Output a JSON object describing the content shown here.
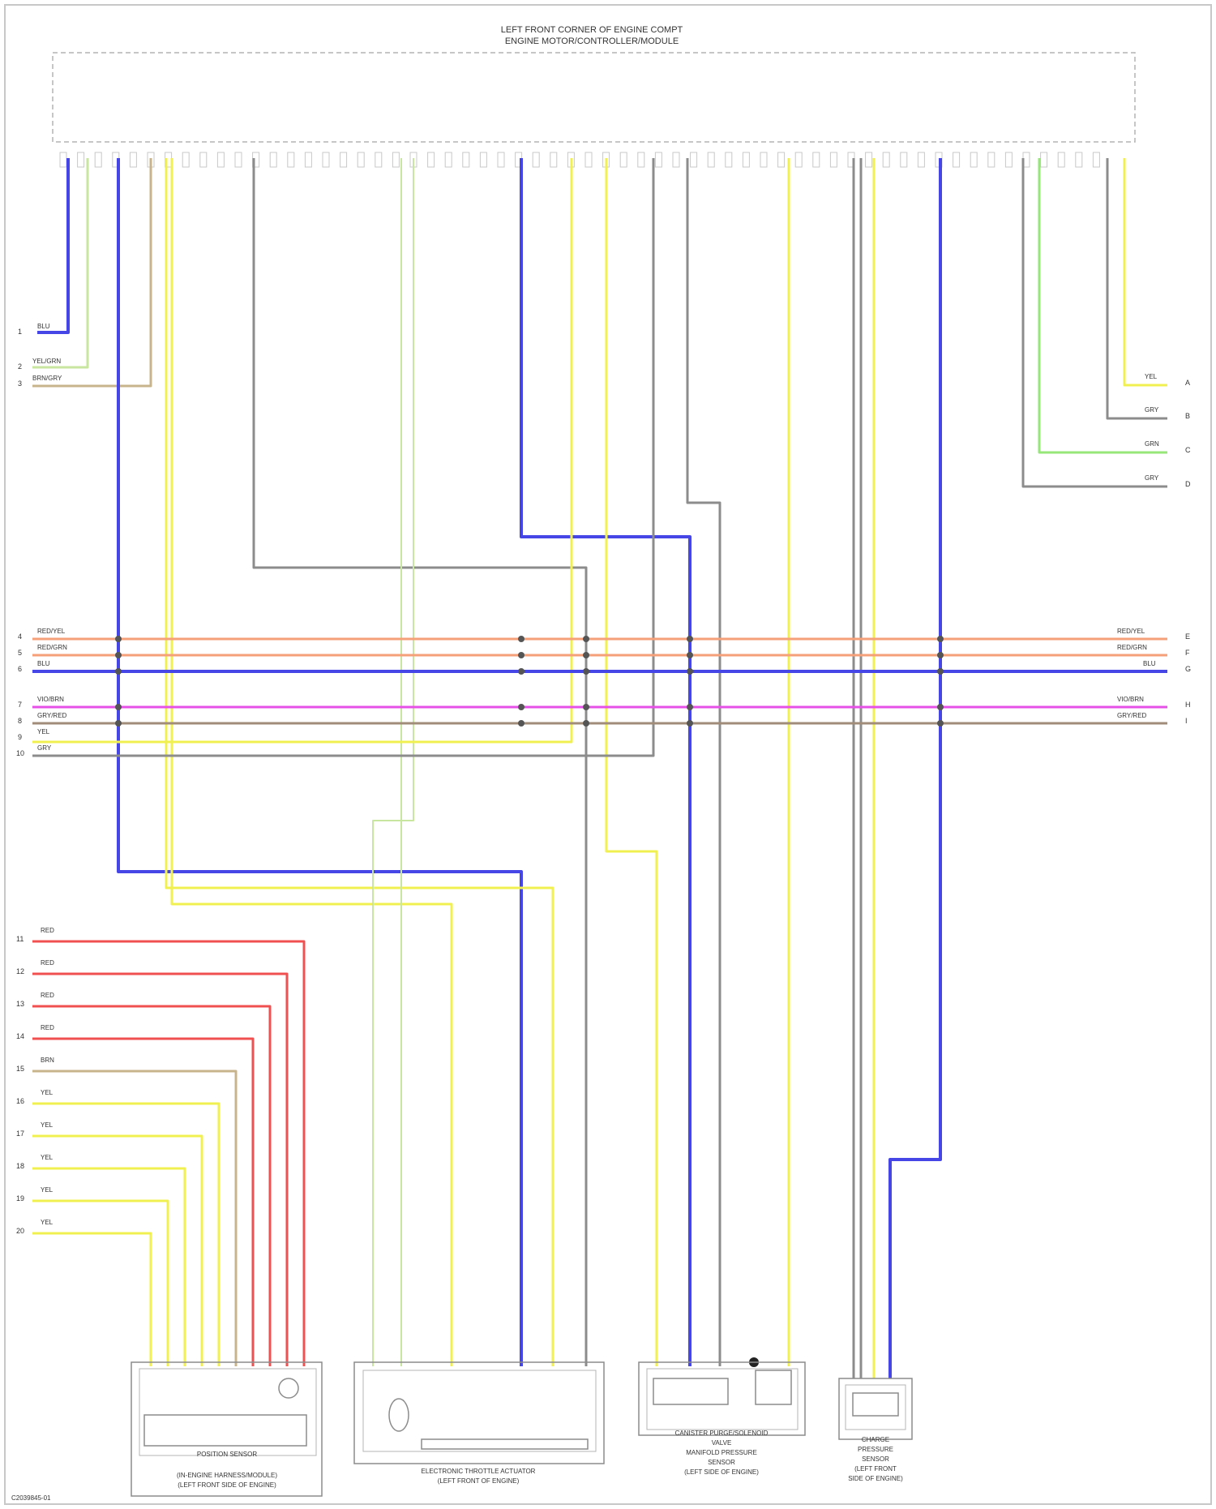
{
  "header": {
    "title_line1": "LEFT FRONT CORNER OF ENGINE COMPT",
    "title_line2": "ENGINE MOTOR/CONTROLLER/MODULE"
  },
  "footer": {
    "code": "C2039845-01"
  },
  "components": {
    "sensor_module": {
      "name": "POSITION SENSOR",
      "location": [
        "(IN-ENGINE HARNESS/MODULE)",
        "(LEFT FRONT SIDE OF ENGINE)"
      ]
    },
    "throttle_actuator": {
      "name": "ELECTRONIC THROTTLE ACTUATOR",
      "location": [
        "(LEFT FRONT OF ENGINE)"
      ]
    },
    "purge_valve": {
      "name": "CANISTER PURGE/SOLENOID",
      "location": [
        "VALVE",
        "MANIFOLD PRESSURE",
        "SENSOR",
        "(LEFT SIDE OF ENGINE)"
      ]
    },
    "pressure_sensor": {
      "name": "CHARGE",
      "location": [
        "PRESSURE",
        "SENSOR",
        "(LEFT FRONT",
        "SIDE OF ENGINE)"
      ]
    }
  },
  "wire_colors": {
    "blue": "#4646e6",
    "yellow": "#f0f050",
    "gray": "#8c8c8c",
    "green": "#96e678",
    "light_green": "#c8e6a0",
    "red": "#f05050",
    "salmon": "#f5a078",
    "pink": "#e650e6",
    "brown": "#a08c78",
    "tan": "#c8b48c"
  },
  "left_edge_labels": [
    {
      "ref": "1",
      "wire": "BLU"
    },
    {
      "ref": "2",
      "wire": "YEL/GRN"
    },
    {
      "ref": "3",
      "wire": "BRN/GRY"
    },
    {
      "ref": "4",
      "wire": "RED/YEL"
    },
    {
      "ref": "5",
      "wire": "RED/GRN"
    },
    {
      "ref": "6",
      "wire": "BLU"
    },
    {
      "ref": "7",
      "wire": "VIO/BRN"
    },
    {
      "ref": "8",
      "wire": "GRY/RED"
    },
    {
      "ref": "9",
      "wire": "YEL"
    },
    {
      "ref": "10",
      "wire": "GRY"
    },
    {
      "ref": "11",
      "wire": "RED"
    },
    {
      "ref": "12",
      "wire": "RED"
    },
    {
      "ref": "13",
      "wire": "RED"
    },
    {
      "ref": "14",
      "wire": "RED"
    },
    {
      "ref": "15",
      "wire": "BRN"
    },
    {
      "ref": "16",
      "wire": "YEL"
    },
    {
      "ref": "17",
      "wire": "YEL"
    },
    {
      "ref": "18",
      "wire": "YEL"
    },
    {
      "ref": "19",
      "wire": "YEL"
    },
    {
      "ref": "20",
      "wire": "YEL"
    }
  ],
  "right_edge_labels": [
    {
      "ref": "A",
      "wire": "YEL"
    },
    {
      "ref": "B",
      "wire": "GRY"
    },
    {
      "ref": "C",
      "wire": "GRN"
    },
    {
      "ref": "D",
      "wire": "GRY"
    },
    {
      "ref": "E",
      "wire": "RED/YEL"
    },
    {
      "ref": "F",
      "wire": "RED/GRN"
    },
    {
      "ref": "G",
      "wire": "BLU"
    },
    {
      "ref": "H",
      "wire": "VIO/BRN"
    },
    {
      "ref": "I",
      "wire": "GRY/RED"
    }
  ]
}
